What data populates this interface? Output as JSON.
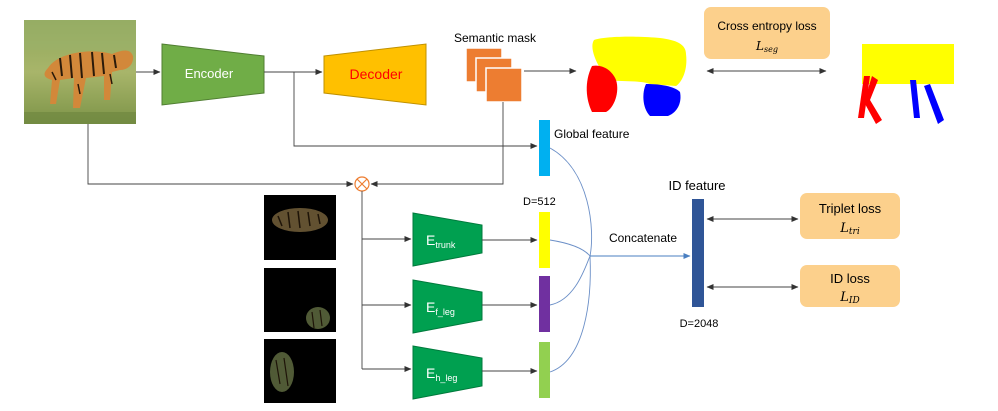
{
  "encoder": {
    "label": "Encoder"
  },
  "decoder": {
    "label": "Decoder"
  },
  "semantic_mask": {
    "label": "Semantic mask"
  },
  "global_feature": {
    "label": "Global feature",
    "dim_label": "D=512"
  },
  "seg_loss": {
    "title": "Cross entropy loss",
    "symbol_main": "L",
    "symbol_sub": "seg"
  },
  "branches": [
    {
      "main": "E",
      "sub": "trunk"
    },
    {
      "main": "E",
      "sub": "f_leg"
    },
    {
      "main": "E",
      "sub": "h_leg"
    }
  ],
  "concat": {
    "label": "Concatenate"
  },
  "id_feature": {
    "label": "ID feature",
    "dim_label": "D=2048"
  },
  "triplet_loss": {
    "title": "Triplet loss",
    "symbol_main": "L",
    "symbol_sub": "tri"
  },
  "id_loss": {
    "title": "ID loss",
    "symbol_main": "L",
    "symbol_sub": "ID"
  },
  "colors": {
    "encoder": "#70ad47",
    "decoder": "#ffc000",
    "decoder_text": "#ff0000",
    "mask_layers": "#ed7d31",
    "global_feature": "#00b0f0",
    "branch": "#00a050",
    "trunk_feature": "#ffff00",
    "f_leg_feature": "#7030a0",
    "h_leg_feature": "#92d050",
    "id_feature": "#2f5597",
    "loss_box": "#fcd08c",
    "mask_trunk": "#ffff00",
    "mask_front_leg": "#ff0000",
    "mask_hind_leg": "#0000ff"
  }
}
